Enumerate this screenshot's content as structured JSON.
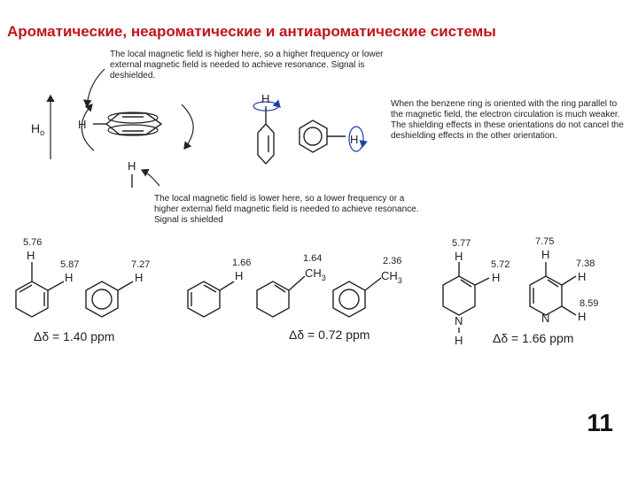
{
  "title": "Ароматические, неароматические и антиароматические системы",
  "notes": {
    "top": "The local magnetic field is higher here, so a higher frequency or lower external magnetic field is needed to achieve resonance. Signal is deshielded.",
    "right": "When the benzene ring is oriented with the ring parallel to the magnetic field, the electron circulation is much weaker. The shielding effects in these orientations do not cancel the deshielding effects in the other orientation.",
    "bottom": "The local magnetic field is lower here, so a lower frequency or a higher external field magnetic field is needed to achieve resonance. Signal is shielded"
  },
  "labels": {
    "h0": "H",
    "h0_sub": "o",
    "h": "H",
    "ch3": "CH",
    "ch3_sub": "3",
    "n": "N",
    "nh_n": "N",
    "nh_h": "H"
  },
  "shifts": {
    "a1": "5.76",
    "a2": "5.87",
    "a3": "7.27",
    "b1": "1.66",
    "b2": "1.64",
    "b3": "2.36",
    "c1": "5.77",
    "c2": "5.72",
    "c3": "7.75",
    "c4": "7.38",
    "c5": "8.59"
  },
  "delta": {
    "group1": "Δδ = 1.40 ppm",
    "group2": "Δδ = 0.72 ppm",
    "group3": "Δδ = 1.66 ppm"
  },
  "page_number": "11"
}
